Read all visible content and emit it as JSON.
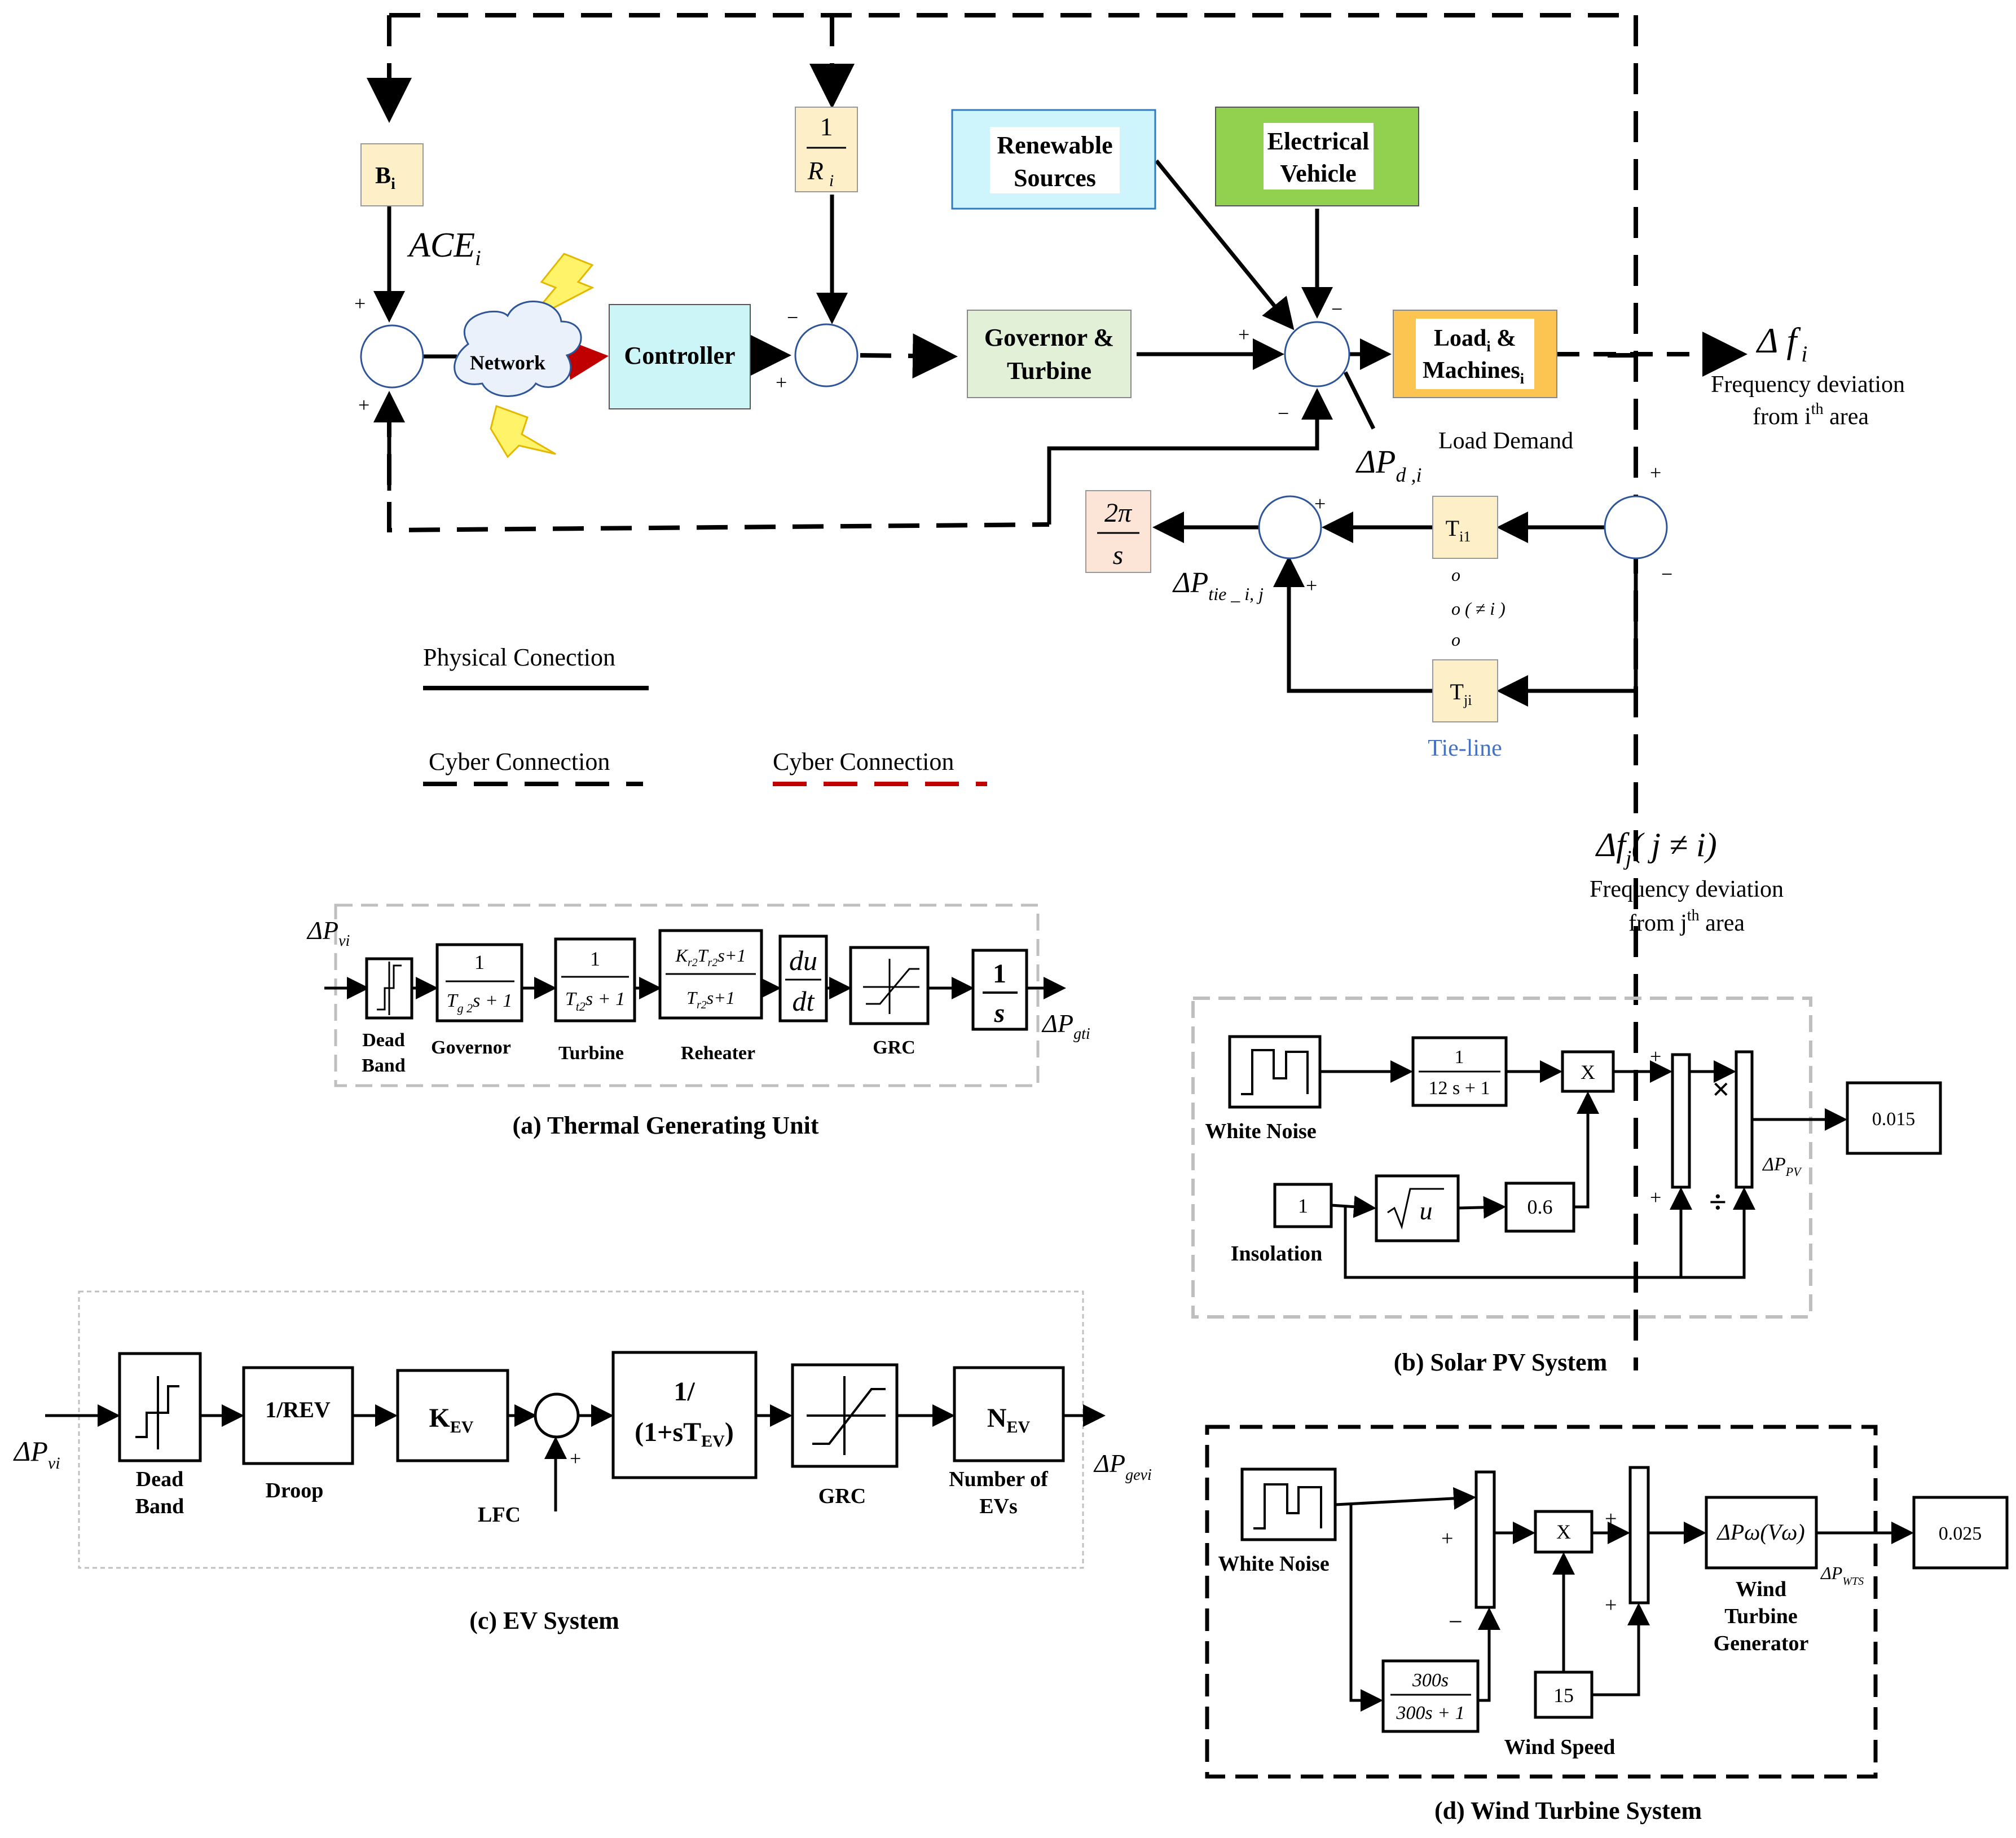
{
  "main": {
    "b_block": "B",
    "b_sub": "i",
    "r_num": "1",
    "r_den": "R",
    "r_sub": "i",
    "ace": "ACE",
    "ace_sub": "i",
    "network": "Network",
    "controller": "Controller",
    "governor_line1": "Governor &",
    "governor_line2": "Turbine",
    "renewable_line1": "Renewable",
    "renewable_line2": "Sources",
    "ev_line1": "Electrical",
    "ev_line2": "Vehicle",
    "load_line1": "Load",
    "load_line2": "Machines",
    "load_amp": " &",
    "load_sub": "i",
    "delta_f_i": "Δ f",
    "delta_f_i_sub": "i",
    "freq_dev_line1": "Frequency deviation",
    "freq_dev_line2": "from i",
    "freq_dev_sup": "th",
    "freq_dev_tail": " area",
    "load_demand": "Load Demand",
    "delta_pd": "ΔP",
    "delta_pd_sub": "d ,i",
    "two_pi": "2π",
    "s": "s",
    "t_i1": "T",
    "t_i1_sub": "i1",
    "t_ji": "T",
    "t_ji_sub": "ji",
    "delta_ptie": "ΔP",
    "delta_ptie_sub": "tie _ i, j",
    "o1": "o",
    "o2": "o ( ≠  i )",
    "o3": "o",
    "tie_line": "Tie-line",
    "delta_fj": "Δf",
    "delta_fj_sub": "j",
    "delta_fj_tail": "( j ≠ i)",
    "freq_dev_j_line1": "Frequency deviation",
    "freq_dev_j_line2": "from j",
    "freq_dev_j_sup": "th",
    "freq_dev_j_tail": " area",
    "signs": {
      "plus": "+",
      "minus": "−"
    }
  },
  "legend": {
    "physical": "Physical Conection",
    "cyber_black": "Cyber Connection",
    "cyber_red": "Cyber Connection"
  },
  "thermal": {
    "input": "ΔP",
    "input_sub": "vi",
    "output": "ΔP",
    "output_sub": "gti",
    "gov_num": "1",
    "gov_den": "T",
    "gov_den_sub": "g 2",
    "gov_den_tail": "s + 1",
    "tur_num": "1",
    "tur_den": "T",
    "tur_den_sub": "t2",
    "tur_den_tail": "s + 1",
    "reh_num": "K",
    "reh_num_sub1": "r2",
    "reh_num_mid": "T",
    "reh_num_sub2": "r2",
    "reh_num_tail": "s+1",
    "reh_den": "T",
    "reh_den_sub": "r2",
    "reh_den_tail": "s+1",
    "du": "du",
    "dt": "dt",
    "int_num": "1",
    "int_den": "s",
    "label_deadband_1": "Dead",
    "label_deadband_2": "Band",
    "label_governor": "Governor",
    "label_turbine": "Turbine",
    "label_reheater": "Reheater",
    "label_grc": "GRC",
    "caption": "(a) Thermal Generating Unit"
  },
  "solar": {
    "white_noise": "White Noise",
    "tf_num": "1",
    "tf_den": "12  s + 1",
    "mult": "X",
    "one": "1",
    "sqrt": "u",
    "gain": "0.6",
    "insolation": "Insolation",
    "out_value": "0.015",
    "out_label": "ΔP",
    "out_sub": "PV",
    "mul_sym": "×",
    "div_sym": "÷",
    "caption": "(b) Solar PV System"
  },
  "ev": {
    "input": "ΔP",
    "input_sub": "vi",
    "output": "ΔP",
    "output_sub": "gevi",
    "droop_block": "1/REV",
    "k_block": "K",
    "k_sub": "EV",
    "tf_line1": "1/",
    "tf_line2": "(1+sT",
    "tf_sub": "EV",
    "tf_close": ")",
    "n_block": "N",
    "n_sub": "EV",
    "label_deadband_1": "Dead",
    "label_deadband_2": "Band",
    "label_droop": "Droop",
    "label_lfc": "LFC",
    "label_grc": "GRC",
    "label_number_1": "Number of",
    "label_number_2": "EVs",
    "caption": "(c) EV System"
  },
  "wind": {
    "white_noise": "White Noise",
    "hp_num": "300s",
    "hp_den": "300s + 1",
    "mult": "X",
    "speed": "15",
    "wind_speed": "Wind Speed",
    "pw": "ΔPω(Vω)",
    "label_wtg_1": "Wind",
    "label_wtg_2": "Turbine",
    "label_wtg_3": "Generator",
    "out_value": "0.025",
    "out_label": "ΔP",
    "out_sub": "WTS",
    "caption": "(d) Wind Turbine System"
  },
  "colors": {
    "b_fill": "#fdf0c8",
    "controller_fill": "#ccf5f8",
    "governor_fill": "#e3f0d8",
    "renewable_fill": "#cdf5fb",
    "ev_fill": "#92d050",
    "load_fill": "#fcc451",
    "two_pi_fill": "#fce4d6",
    "t_fill": "#fdf0c8",
    "circle_stroke": "#2e5597",
    "red": "#c00000",
    "tie_line": "#4472c4",
    "dashed_gray": "#bfbfbf",
    "lightning": "#fff36a"
  }
}
